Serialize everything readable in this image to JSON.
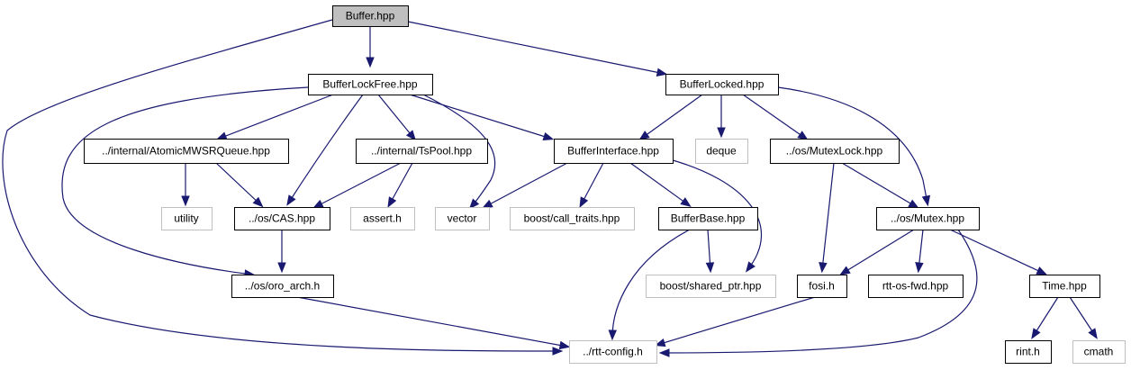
{
  "colors": {
    "edge": "#191970",
    "root_fill": "#bfbfbf",
    "node_fill": "#ffffff",
    "node_border": "#000000",
    "external_border": "#bfbfbf"
  },
  "nodes": [
    {
      "id": "buffer_hpp",
      "label": "Buffer.hpp",
      "kind": "root"
    },
    {
      "id": "bufferlockfree_hpp",
      "label": "BufferLockFree.hpp",
      "kind": "internal"
    },
    {
      "id": "bufferlocked_hpp",
      "label": "BufferLocked.hpp",
      "kind": "internal"
    },
    {
      "id": "atomicmwsrqueue_hpp",
      "label": "../internal/AtomicMWSRQueue.hpp",
      "kind": "internal"
    },
    {
      "id": "tspool_hpp",
      "label": "../internal/TsPool.hpp",
      "kind": "internal"
    },
    {
      "id": "bufferinterface_hpp",
      "label": "BufferInterface.hpp",
      "kind": "internal"
    },
    {
      "id": "deque",
      "label": "deque",
      "kind": "external"
    },
    {
      "id": "mutexlock_hpp",
      "label": "../os/MutexLock.hpp",
      "kind": "internal"
    },
    {
      "id": "utility",
      "label": "utility",
      "kind": "external"
    },
    {
      "id": "cas_hpp",
      "label": "../os/CAS.hpp",
      "kind": "internal"
    },
    {
      "id": "assert_h",
      "label": "assert.h",
      "kind": "external"
    },
    {
      "id": "vector",
      "label": "vector",
      "kind": "external"
    },
    {
      "id": "call_traits_hpp",
      "label": "boost/call_traits.hpp",
      "kind": "external"
    },
    {
      "id": "bufferbase_hpp",
      "label": "BufferBase.hpp",
      "kind": "internal"
    },
    {
      "id": "mutex_hpp",
      "label": "../os/Mutex.hpp",
      "kind": "internal"
    },
    {
      "id": "oro_arch_h",
      "label": "../os/oro_arch.h",
      "kind": "internal"
    },
    {
      "id": "shared_ptr_hpp",
      "label": "boost/shared_ptr.hpp",
      "kind": "external"
    },
    {
      "id": "fosi_h",
      "label": "fosi.h",
      "kind": "internal"
    },
    {
      "id": "rtt_os_fwd_hpp",
      "label": "rtt-os-fwd.hpp",
      "kind": "internal"
    },
    {
      "id": "time_hpp",
      "label": "Time.hpp",
      "kind": "internal"
    },
    {
      "id": "rtt_config_h",
      "label": "../rtt-config.h",
      "kind": "external"
    },
    {
      "id": "rint_h",
      "label": "rint.h",
      "kind": "internal"
    },
    {
      "id": "cmath",
      "label": "cmath",
      "kind": "external"
    }
  ],
  "edges": [
    {
      "from": "buffer_hpp",
      "to": "bufferlockfree_hpp"
    },
    {
      "from": "buffer_hpp",
      "to": "bufferlocked_hpp"
    },
    {
      "from": "buffer_hpp",
      "to": "rtt_config_h"
    },
    {
      "from": "bufferlockfree_hpp",
      "to": "atomicmwsrqueue_hpp"
    },
    {
      "from": "bufferlockfree_hpp",
      "to": "tspool_hpp"
    },
    {
      "from": "bufferlockfree_hpp",
      "to": "bufferinterface_hpp"
    },
    {
      "from": "bufferlockfree_hpp",
      "to": "cas_hpp"
    },
    {
      "from": "bufferlockfree_hpp",
      "to": "vector"
    },
    {
      "from": "bufferlockfree_hpp",
      "to": "oro_arch_h"
    },
    {
      "from": "bufferlocked_hpp",
      "to": "bufferinterface_hpp"
    },
    {
      "from": "bufferlocked_hpp",
      "to": "deque"
    },
    {
      "from": "bufferlocked_hpp",
      "to": "mutexlock_hpp"
    },
    {
      "from": "bufferlocked_hpp",
      "to": "mutex_hpp"
    },
    {
      "from": "atomicmwsrqueue_hpp",
      "to": "utility"
    },
    {
      "from": "atomicmwsrqueue_hpp",
      "to": "cas_hpp"
    },
    {
      "from": "tspool_hpp",
      "to": "cas_hpp"
    },
    {
      "from": "tspool_hpp",
      "to": "assert_h"
    },
    {
      "from": "bufferinterface_hpp",
      "to": "vector"
    },
    {
      "from": "bufferinterface_hpp",
      "to": "call_traits_hpp"
    },
    {
      "from": "bufferinterface_hpp",
      "to": "bufferbase_hpp"
    },
    {
      "from": "bufferinterface_hpp",
      "to": "shared_ptr_hpp"
    },
    {
      "from": "mutexlock_hpp",
      "to": "mutex_hpp"
    },
    {
      "from": "mutexlock_hpp",
      "to": "fosi_h"
    },
    {
      "from": "cas_hpp",
      "to": "oro_arch_h"
    },
    {
      "from": "bufferbase_hpp",
      "to": "shared_ptr_hpp"
    },
    {
      "from": "bufferbase_hpp",
      "to": "rtt_config_h"
    },
    {
      "from": "mutex_hpp",
      "to": "fosi_h"
    },
    {
      "from": "mutex_hpp",
      "to": "rtt_os_fwd_hpp"
    },
    {
      "from": "mutex_hpp",
      "to": "time_hpp"
    },
    {
      "from": "mutex_hpp",
      "to": "rtt_config_h"
    },
    {
      "from": "oro_arch_h",
      "to": "rtt_config_h"
    },
    {
      "from": "fosi_h",
      "to": "rtt_config_h"
    },
    {
      "from": "time_hpp",
      "to": "rint_h"
    },
    {
      "from": "time_hpp",
      "to": "cmath"
    }
  ]
}
